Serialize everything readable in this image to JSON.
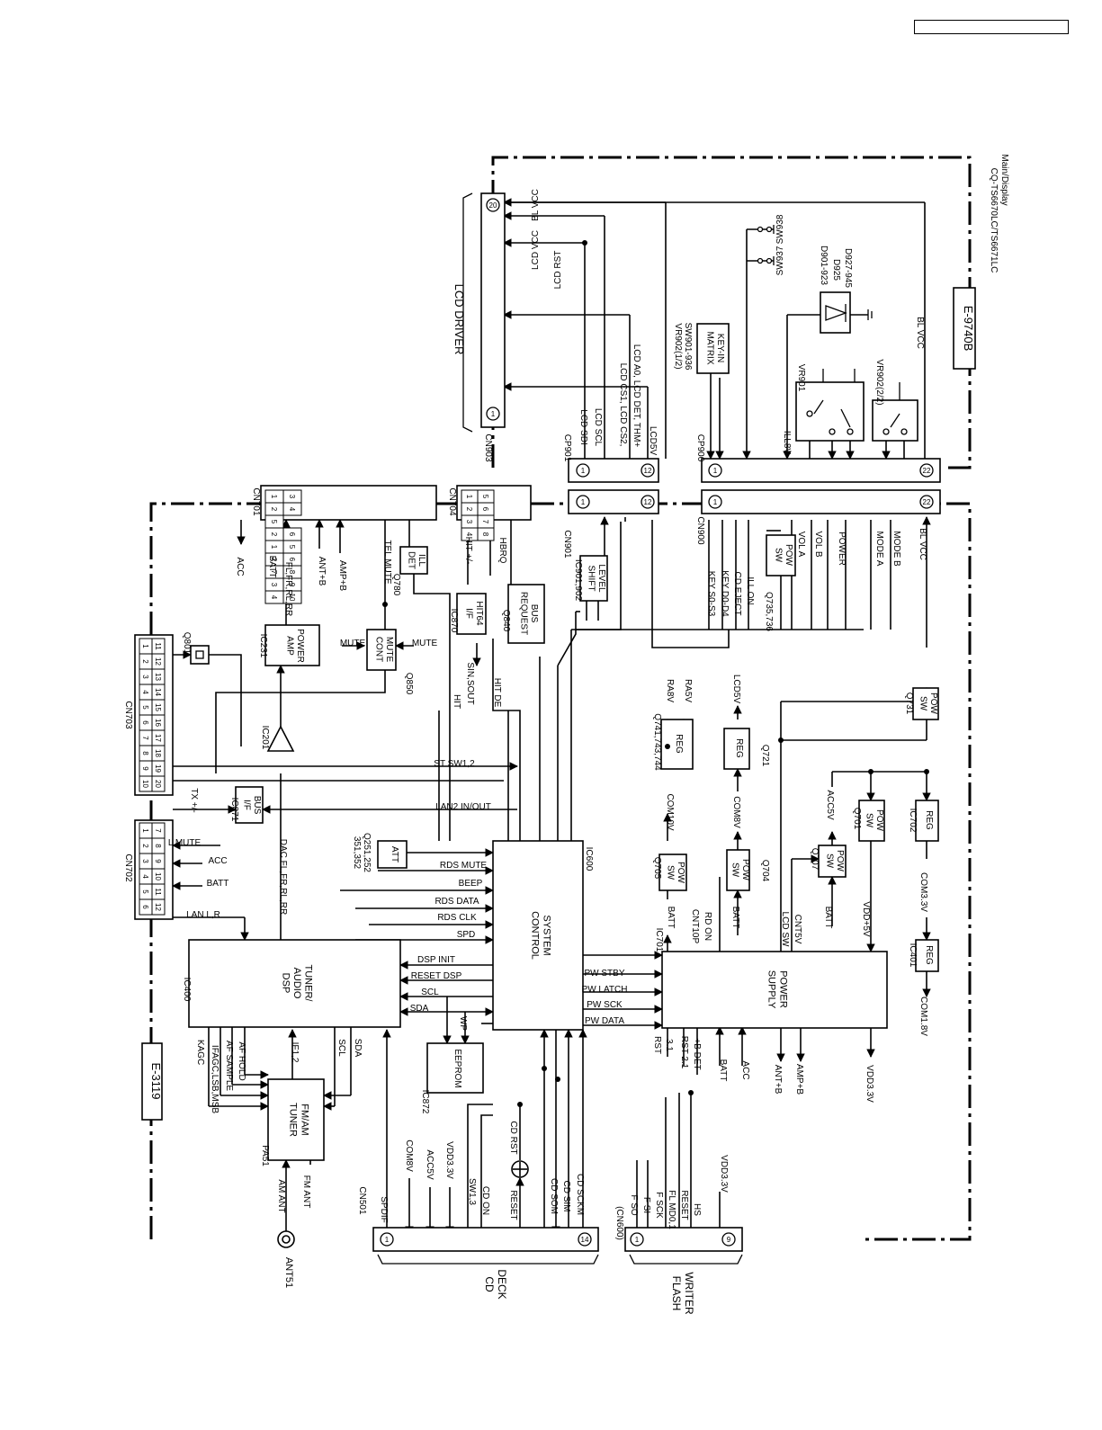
{
  "header": {
    "box_text": ""
  },
  "document": {
    "model": "CQ-TS6670LC/TS6671LC",
    "section": "Main/Display"
  },
  "boards": {
    "main": "E-3119",
    "display": "E-9740B"
  },
  "external": {
    "lcd_driver": "LCD DRIVER",
    "cd_deck": [
      "CD",
      "DECK"
    ],
    "flash_writer": [
      "FLASH",
      "WRITER"
    ],
    "antenna": "ANT51"
  },
  "blocks": {
    "tuner_dsp": {
      "ref": "IC400",
      "lines": [
        "TUNER/",
        "AUDIO",
        "DSP"
      ]
    },
    "fm_am_tuner": {
      "ref": "PA51",
      "lines": [
        "FM/AM",
        "TUNER"
      ]
    },
    "system_control": {
      "ref": "IC600",
      "lines": [
        "SYSTEM",
        "CONTROL"
      ]
    },
    "power_supply": {
      "ref": "IC701",
      "lines": [
        "POWER",
        "SUPPLY"
      ]
    },
    "eeprom": {
      "ref": "IC872",
      "lines": [
        "EEPROM"
      ]
    },
    "att": {
      "ref": [
        "Q251,252",
        "351,352"
      ],
      "lines": [
        "ATT"
      ]
    },
    "bus_if": {
      "ref": "IC871",
      "lines": [
        "BUS",
        "I/F"
      ]
    },
    "power_amp": {
      "ref": "IC231",
      "lines": [
        "POWER",
        "AMP"
      ]
    },
    "mute_cont": {
      "ref": "Q850",
      "lines": [
        "MUTE",
        "CONT"
      ]
    },
    "ill_det": {
      "ref": "Q780",
      "lines": [
        "ILL",
        "DET"
      ]
    },
    "hit64_if": {
      "ref": "IC870",
      "lines": [
        "HIT64",
        "I/F"
      ]
    },
    "bus_request": {
      "ref": "Q840",
      "lines": [
        "BUS",
        "REQUEST"
      ]
    },
    "level_shift": {
      "ref": "IC901,902",
      "lines": [
        "LEVEL",
        "SHIFT"
      ]
    },
    "reg_ra": {
      "ref": "Q741,743,744",
      "lines": [
        "REG"
      ]
    },
    "reg_lcd": {
      "ref": "Q721",
      "lines": [
        "REG"
      ]
    },
    "pow_sw_q705": {
      "ref": "Q705",
      "lines": [
        "POW",
        "SW"
      ]
    },
    "pow_sw_q704": {
      "ref": "Q704",
      "lines": [
        "POW",
        "SW"
      ]
    },
    "pow_sw_q707": {
      "ref": "Q707",
      "lines": [
        "POW",
        "SW"
      ]
    },
    "pow_sw_q701": {
      "ref": "Q701",
      "lines": [
        "POW",
        "SW"
      ]
    },
    "pow_sw_q731": {
      "ref": "Q731",
      "lines": [
        "POW",
        "SW"
      ]
    },
    "pow_sw_q735": {
      "ref": "Q735,736",
      "lines": [
        "POW",
        "SW"
      ]
    },
    "reg_ic702": {
      "ref": "IC702",
      "lines": [
        "REG"
      ]
    },
    "reg_ic401": {
      "ref": "IC401",
      "lines": [
        "REG"
      ]
    },
    "key_matrix": {
      "ref": [
        "SW901-936",
        "VR902(1/2)"
      ],
      "lines": [
        "KEY-IN",
        "MATRIX"
      ]
    },
    "q801": {
      "ref": "Q801"
    },
    "ic201": {
      "ref": "IC201"
    }
  },
  "connectors": {
    "cn701": "CN701",
    "cn702": "CN702",
    "cn703": "CN703",
    "cn704": "CN704",
    "cn501": "CN501",
    "cn600": "(CN600)",
    "cn901": "CN901",
    "cn900": "CN900",
    "cp901": "CP901",
    "cp900": "CP900",
    "cn903": "CN903"
  },
  "pins": {
    "cn701": [
      [
        "1",
        "3"
      ],
      [
        "2",
        "4"
      ],
      [
        "5"
      ],
      [
        "2",
        "6"
      ],
      [
        "1",
        "5"
      ],
      [
        "2",
        "6"
      ],
      [
        "7",
        "8"
      ],
      [
        "3",
        "9"
      ],
      [
        "4",
        "10"
      ]
    ],
    "cn702": [
      [
        "1",
        "7"
      ],
      [
        "2",
        "8"
      ],
      [
        "3",
        "9"
      ],
      [
        "4",
        "10"
      ],
      [
        "5",
        "11"
      ],
      [
        "6",
        "12"
      ]
    ],
    "cn703": [
      [
        "1",
        "11"
      ],
      [
        "2",
        "12"
      ],
      [
        "3",
        "13"
      ],
      [
        "4",
        "14"
      ],
      [
        "5",
        "15"
      ],
      [
        "6",
        "16"
      ],
      [
        "7",
        "17"
      ],
      [
        "8",
        "18"
      ],
      [
        "9",
        "19"
      ],
      [
        "10",
        "20"
      ]
    ],
    "cn704": [
      [
        "1",
        "5"
      ],
      [
        "2",
        "6"
      ],
      [
        "3",
        "7"
      ],
      [
        "4",
        "8"
      ]
    ]
  },
  "pin_numbers": {
    "cn501_start": "1",
    "cn501_end": "14",
    "cn600_start": "1",
    "cn600_end": "9",
    "cn901_start": "1",
    "cn901_end": "12",
    "cp901_start": "1",
    "cp901_end": "12",
    "cn900_start": "1",
    "cn900_end": "22",
    "cp900_start": "1",
    "cp900_end": "22",
    "cn903_start": "1",
    "cn903_end": "20"
  },
  "signals": {
    "main_left": [
      "ACC",
      "BATT",
      "FL,FR,RL,RR",
      "ANT+B",
      "AMP+B",
      "TEL MUTE",
      "MUTE",
      "MUTE",
      "L MUTE",
      "ACC",
      "BATT",
      "TX +/-",
      "DAC FL,FR,RL,RR",
      "LAN L,R",
      "ST SW1,2",
      "LAN2 IN/OUT"
    ],
    "tuner": [
      "KAGC",
      "IFAGC,LSB,MSB",
      "AF SAMPLE",
      "AF HOLD",
      "IF1,2",
      "SCL",
      "SDA",
      "AM ANT",
      "FM ANT",
      "SPDIF"
    ],
    "syscon": [
      "RDS MUTE",
      "BEEP",
      "RDS DATA",
      "RDS CLK",
      "SPD",
      "DSP INIT",
      "RESET DSP",
      "SCL",
      "SDA",
      "WP",
      "HIT",
      "SIN,SOUT",
      "HIT DE",
      "HIT +/-",
      "HBRQ"
    ],
    "power": [
      "PW STBY",
      "PW LATCH",
      "PW SCK",
      "PW DATA",
      "RST",
      "3.1",
      "RST 2.1",
      "+B DET",
      "CNT10P",
      "RD ON",
      "LCD SW",
      "CNT5V",
      "VDD+5V"
    ],
    "rails": [
      "COM8V",
      "ACC5V",
      "VDD3.3V",
      "BATT",
      "ACC",
      "ANT+B",
      "AMP+B",
      "VDD3.3V",
      "COM10V",
      "COM8V",
      "RA8V",
      "RA5V",
      "LCD5V",
      "BATT",
      "BATT",
      "BATT",
      "ACC5V",
      "COM3.3V",
      "COM1.8V",
      "VDD3.3V"
    ],
    "cd": [
      "SW1,3",
      "CD ON",
      "RESET",
      "CD SOM",
      "CD SIM",
      "CD SCKM",
      "CD RST"
    ],
    "flash": [
      "F SO",
      "F SI",
      "F SCK",
      "FL MD0,1",
      "RESET",
      "HS"
    ],
    "display_main": [
      "KEY S0-S3",
      "KEY D0-D4",
      "CD EJECT",
      "ILL ON",
      "VOL A",
      "VOL B",
      "POWER",
      "MODE A",
      "MODE B",
      "BL VCC"
    ],
    "lcd": [
      "LCD SDI",
      "LCD SCL",
      "LCD CS1, LCD CS2,",
      "LCD A0, LCD DET, THM+",
      "LCD5V",
      "LCD RST",
      "LCD VCC",
      "BL VCC"
    ],
    "display_parts": [
      "ILL8V",
      "VR901",
      "VR902(2/2)",
      "D901-923",
      "D925",
      "D927-945",
      "SW937",
      "SW938",
      "BL VCC"
    ]
  }
}
